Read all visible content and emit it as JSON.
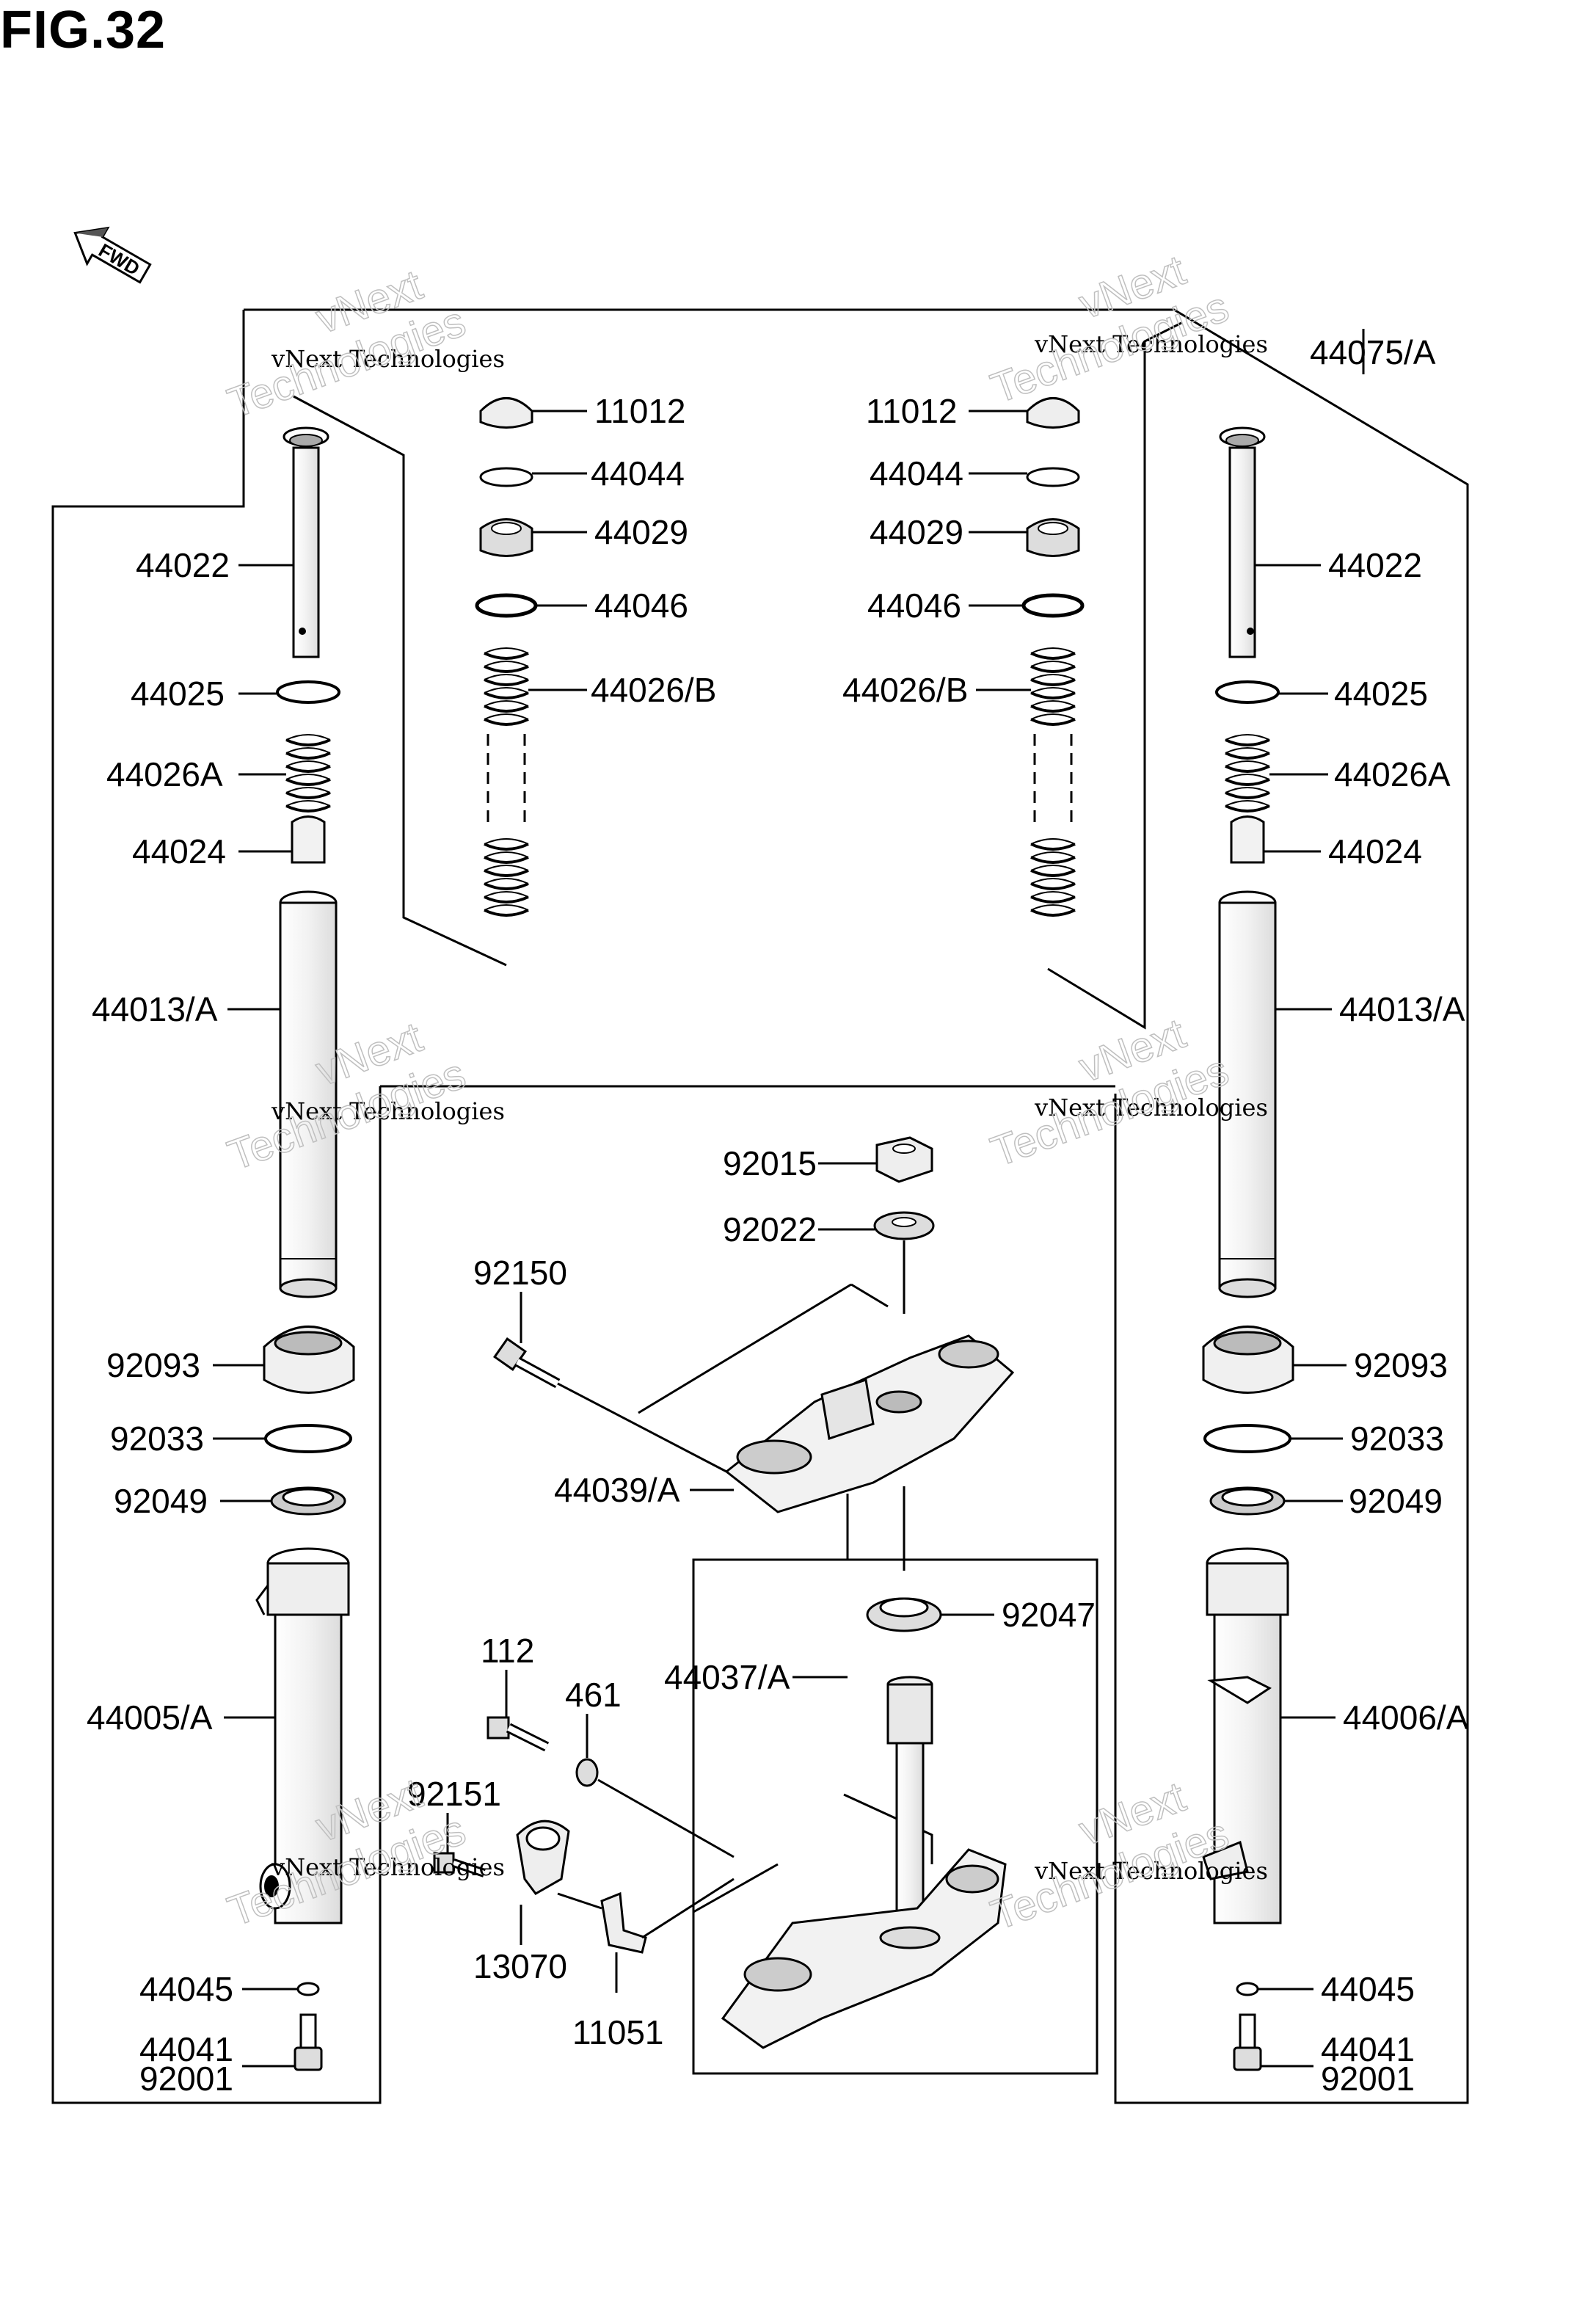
{
  "figure": {
    "title": "FIG.32"
  },
  "fwd_label": "FWD",
  "watermark": {
    "line1": "vNext Technologies",
    "line2": "vNext",
    "line3": "Technologies"
  },
  "labels": {
    "l_11012": "11012",
    "l_44044": "44044",
    "l_44029": "44029",
    "l_44046": "44046",
    "l_44026b": "44026/B",
    "l_44022": "44022",
    "l_44025": "44025",
    "l_44026a": "44026A",
    "l_44024": "44024",
    "l_44013a": "44013/A",
    "l_92093": "92093",
    "l_92033": "92033",
    "l_92049": "92049",
    "l_44005a": "44005/A",
    "l_44045": "44045",
    "l_44041": "44041",
    "l_92001": "92001",
    "r_11012": "11012",
    "r_44044": "44044",
    "r_44029": "44029",
    "r_44046": "44046",
    "r_44026b": "44026/B",
    "r_44075a": "44075/A",
    "r_44022": "44022",
    "r_44025": "44025",
    "r_44026a": "44026A",
    "r_44024": "44024",
    "r_44013a": "44013/A",
    "r_92093": "92093",
    "r_92033": "92033",
    "r_92049": "92049",
    "r_44006a": "44006/A",
    "r_44045": "44045",
    "r_44041": "44041",
    "r_92001": "92001",
    "c_92015": "92015",
    "c_92022": "92022",
    "c_92150": "92150",
    "c_44039a": "44039/A",
    "c_92047": "92047",
    "c_44037a": "44037/A",
    "c_112": "112",
    "c_461": "461",
    "c_92151": "92151",
    "c_13070": "13070",
    "c_11051": "11051"
  }
}
